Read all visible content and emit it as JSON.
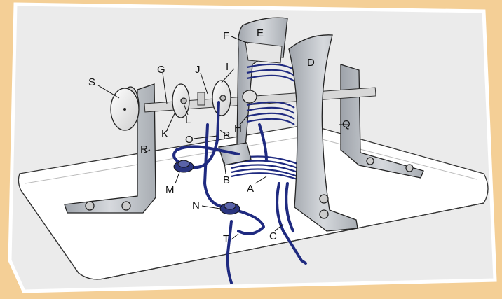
{
  "figure": {
    "labels": {
      "A": "A",
      "B": "B",
      "C": "C",
      "D": "D",
      "E": "E",
      "F": "F",
      "G": "G",
      "H": "H",
      "I": "I",
      "J": "J",
      "K": "K",
      "L": "L",
      "M": "M",
      "N": "N",
      "O": "O",
      "P": "P",
      "Q": "Q",
      "R": "R",
      "S": "S",
      "T": "T"
    },
    "colors": {
      "frame": "#f4cf96",
      "card": "#ebebeb",
      "wire": "#1f2a80",
      "metal": "#b8bcc2",
      "base": "#ffffff"
    }
  }
}
